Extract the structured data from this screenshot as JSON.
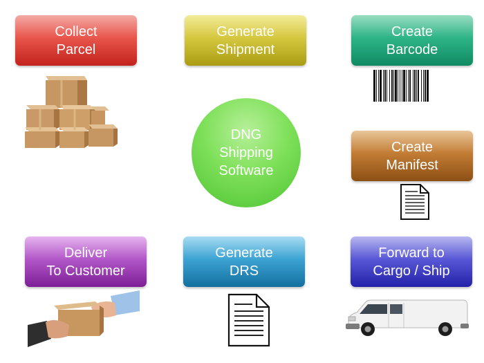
{
  "center": {
    "lines": [
      "DNG",
      "Shipping",
      "Software"
    ]
  },
  "steps": {
    "collect_parcel": {
      "lines": [
        "Collect",
        "Parcel"
      ],
      "icon": "cardboard-boxes-icon"
    },
    "generate_shipment": {
      "lines": [
        "Generate",
        "Shipment"
      ]
    },
    "create_barcode": {
      "lines": [
        "Create",
        "Barcode"
      ],
      "icon": "barcode-icon"
    },
    "create_manifest": {
      "lines": [
        "Create",
        "Manifest"
      ],
      "icon": "document-icon"
    },
    "deliver_to_customer": {
      "lines": [
        "Deliver",
        "To Customer"
      ],
      "icon": "parcel-handover-icon"
    },
    "generate_drs": {
      "lines": [
        "Generate",
        "DRS"
      ],
      "icon": "document-icon"
    },
    "forward_to_cargo": {
      "lines": [
        "Forward to",
        "Cargo / Ship"
      ],
      "icon": "delivery-van-icon"
    }
  },
  "colors": {
    "collect_parcel": "#c3231c",
    "generate_shipment": "#aa9c12",
    "create_barcode": "#108a62",
    "create_manifest": "#8c4f14",
    "deliver_to_customer": "#7d1f97",
    "generate_drs": "#13709f",
    "forward_to_cargo": "#2322a9",
    "center": "#5fcc3c"
  }
}
